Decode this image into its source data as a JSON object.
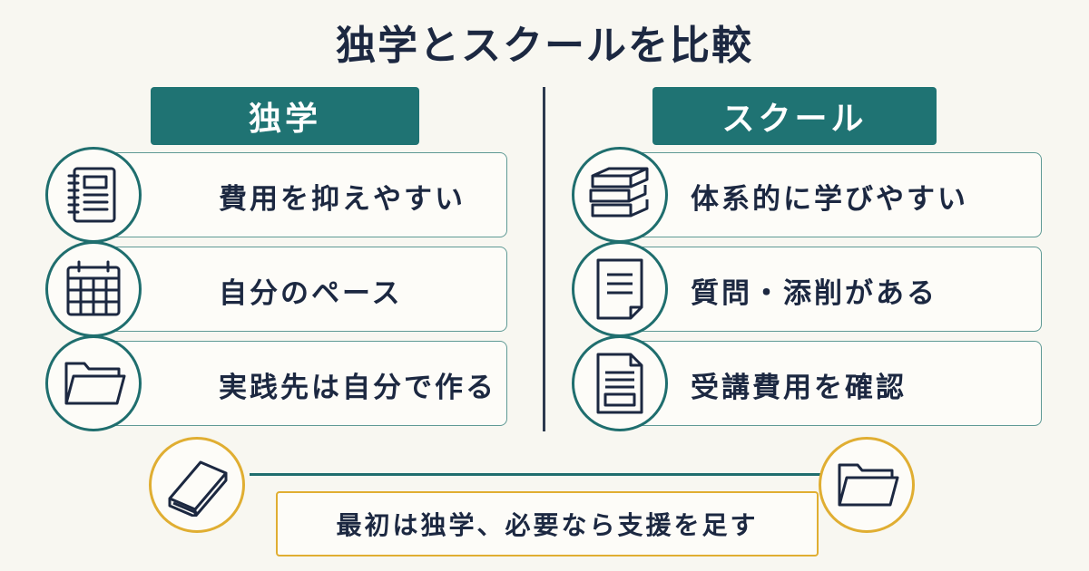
{
  "title": "独学とスクールを比較",
  "left": {
    "header": "独学",
    "items": [
      {
        "label": "費用を抑えやすい",
        "icon": "notebook-icon"
      },
      {
        "label": "自分のペース",
        "icon": "calendar-icon"
      },
      {
        "label": "実践先は自分で作る",
        "icon": "folder-icon"
      }
    ]
  },
  "right": {
    "header": "スクール",
    "items": [
      {
        "label": "体系的に学びやすい",
        "icon": "book-stack-icon"
      },
      {
        "label": "質問・添削がある",
        "icon": "document-icon"
      },
      {
        "label": "受講費用を確認",
        "icon": "form-document-icon"
      }
    ]
  },
  "conclusion": {
    "text": "最初は独学、必要なら支援を足す",
    "icons": [
      "book-icon",
      "folder-icon"
    ]
  },
  "colors": {
    "background": "#f8f7f1",
    "teal": "#1f7373",
    "navy": "#1c2841",
    "gold": "#e0ae32"
  }
}
